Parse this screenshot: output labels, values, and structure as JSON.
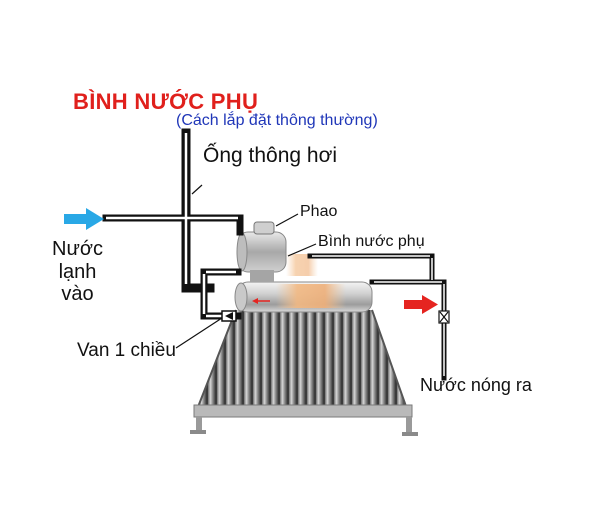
{
  "title": "BÌNH NƯỚC PHỤ",
  "subtitle": "(Cách lắp đặt thông thường)",
  "labels": {
    "vent_pipe": "Ống thông hơi",
    "float": "Phao",
    "aux_tank": "Bình nước phụ",
    "cold_in_line1": "Nước",
    "cold_in_line2": "lạnh",
    "cold_in_line3": "vào",
    "check_valve": "Van 1 chiều",
    "hot_out": "Nước nóng ra"
  },
  "colors": {
    "title": "#e0201c",
    "subtitle": "#1f36b8",
    "cold_arrow": "#29a8e6",
    "hot_arrow": "#e52420",
    "pipe": "#111111"
  }
}
